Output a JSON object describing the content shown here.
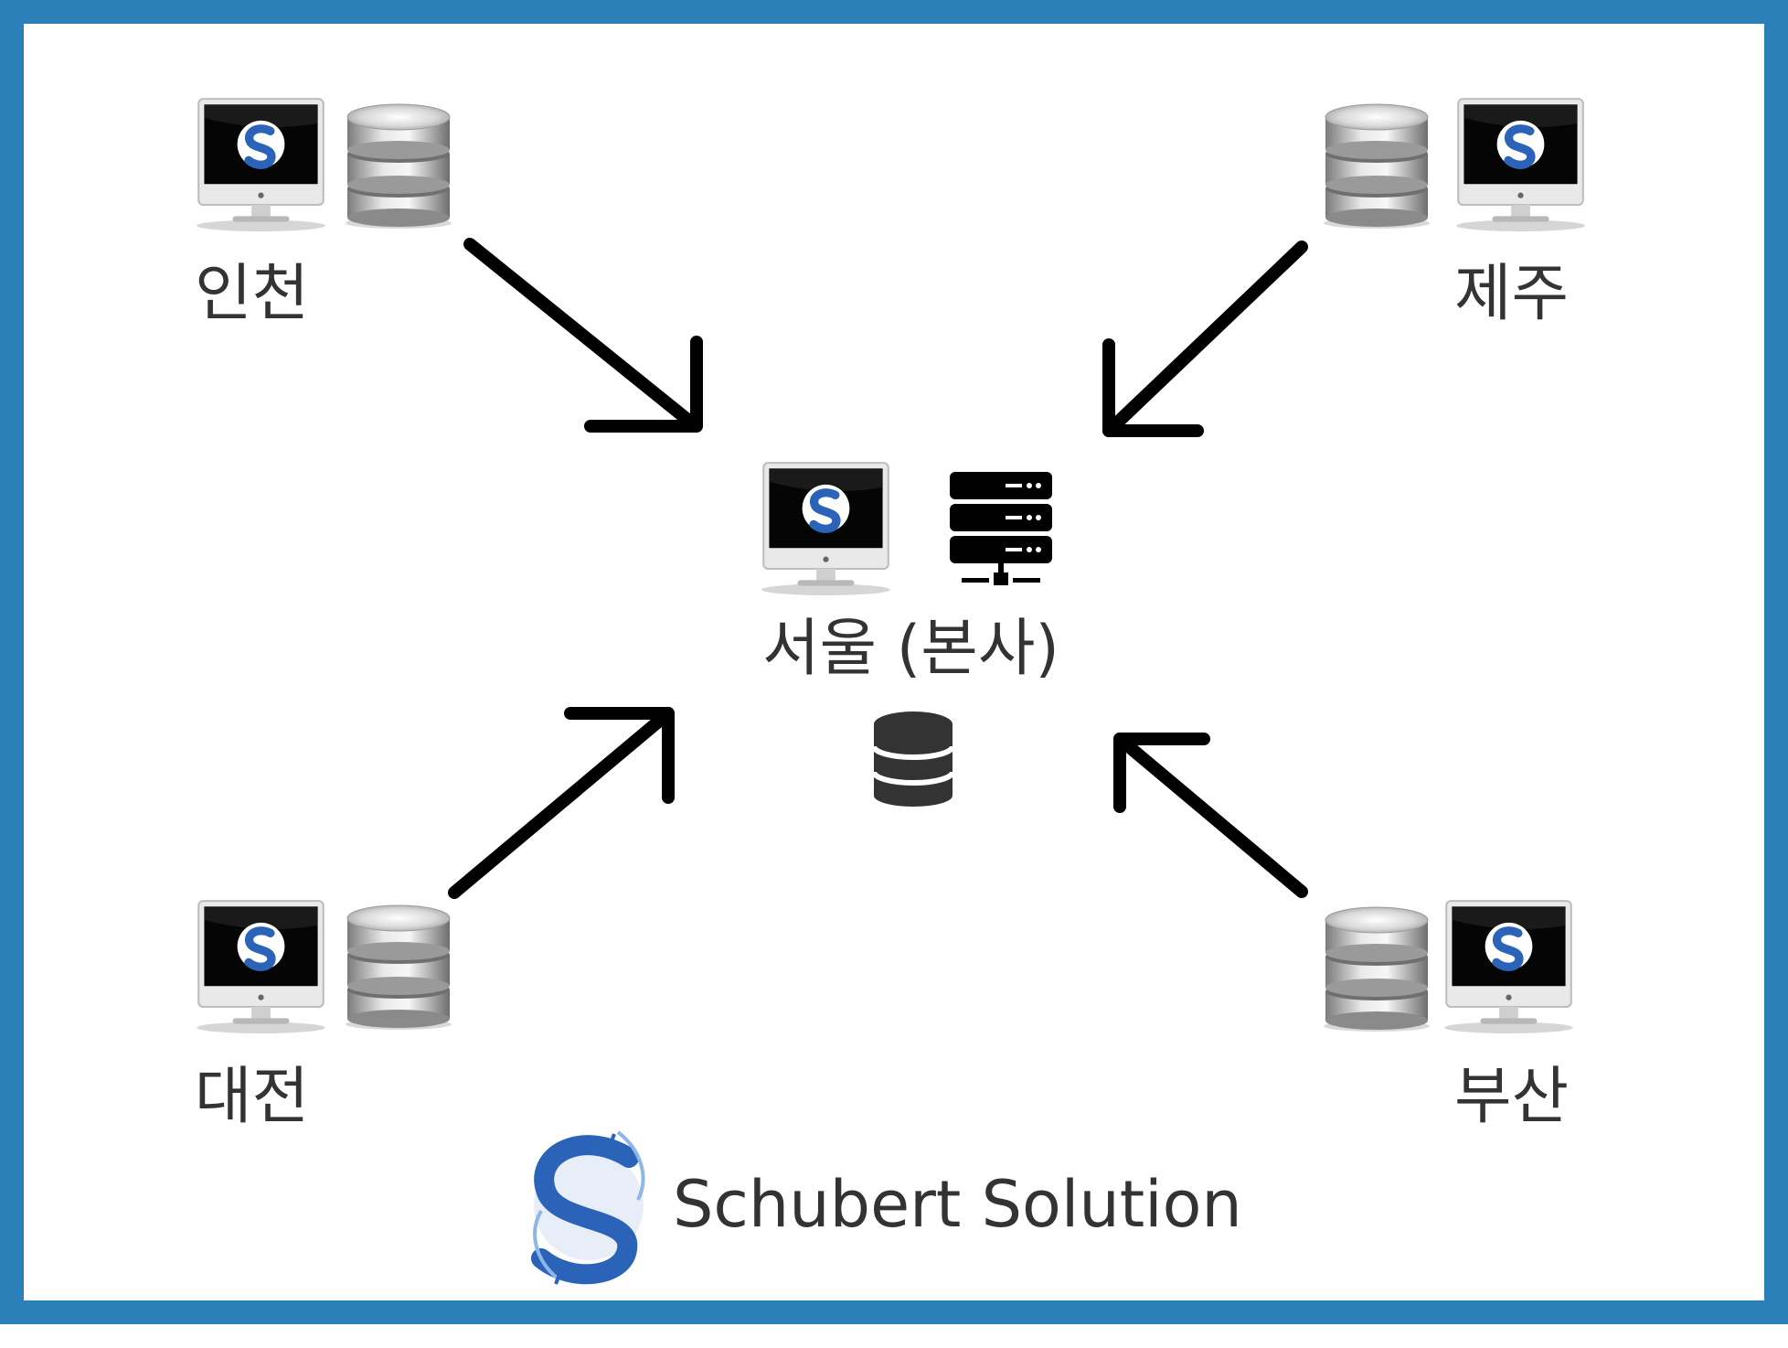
{
  "diagram": {
    "center": {
      "label": "서울 (본사)"
    },
    "branches": [
      {
        "id": "incheon",
        "label": "인천"
      },
      {
        "id": "jeju",
        "label": "제주"
      },
      {
        "id": "daejeon",
        "label": "대전"
      },
      {
        "id": "busan",
        "label": "부산"
      }
    ]
  },
  "brand": {
    "name": "Schubert Solution"
  },
  "colors": {
    "frame": "#2b7fb9",
    "text": "#333333",
    "arrow": "#000000",
    "logo_blue": "#2a63b8"
  },
  "icons": {
    "computer": "imac-computer-icon",
    "database": "database-cylinder-icon",
    "server": "server-rack-icon",
    "central_db": "database-icon",
    "logo": "schubert-s-logo"
  }
}
